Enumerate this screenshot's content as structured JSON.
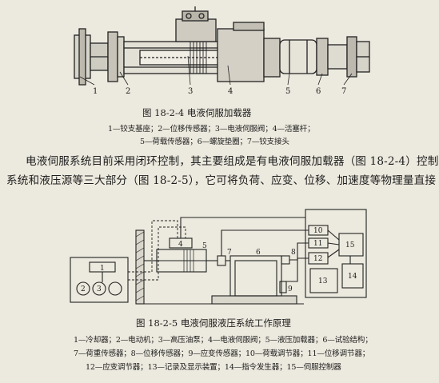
{
  "figure_1": {
    "part_numbers": [
      "1",
      "2",
      "3",
      "4",
      "5",
      "6",
      "7"
    ],
    "caption": "图 18-2-4   电液伺服加载器",
    "legend_line1": "1—铰支基座；2—位移传感器；3—电液伺服阀；4—活塞杆；",
    "legend_line2": "5—荷载传感器；6—螺旋垫圈；7—铰支接头"
  },
  "paragraph": {
    "line1": "电液伺服系统目前采用闭环控制，其主要组成是有电液伺服加载器（图 18-2-4）控制",
    "line2": "系统和液压源等三大部分（图 18-2-5），它可将负荷、应变、位移、加速度等物理量直接"
  },
  "figure_2": {
    "box_labels": [
      "1",
      "2",
      "3",
      "4",
      "5",
      "6",
      "7",
      "8",
      "9",
      "10",
      "11",
      "12",
      "13",
      "14",
      "15"
    ],
    "caption": "图 18-2-5   电液伺服液压系统工作原理",
    "legend_line1": "1—冷却器；2—电动机；3—高压油泵；4—电液伺服阀；5—液压加载器；6—试验结构；",
    "legend_line2": "7—荷重传感器；8—位移传感器；9—应变传感器；10—荷载调节器；11—位移调节器；",
    "legend_line3": "12—应变调节器；13—记录及显示装置；14—指令发生器；15—伺服控制器"
  }
}
